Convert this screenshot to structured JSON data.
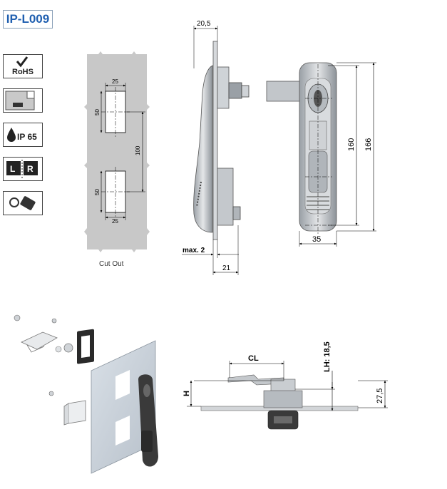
{
  "product_code": "IP-L009",
  "icons": {
    "rohs": "RoHS",
    "ip": "IP 65",
    "left": "L",
    "right": "R",
    "items": [
      "check-icon",
      "panel-mount-icon",
      "water-drop-icon",
      "left-right-icon",
      "key-icon"
    ]
  },
  "cutout": {
    "caption": "Cut Out",
    "width_top": "25",
    "width_bottom": "25",
    "height_top": "50",
    "height_bottom": "50",
    "spacing": "100"
  },
  "side_view": {
    "depth": "20,5",
    "max_label": "max. 2",
    "base": "21"
  },
  "front_view": {
    "height_inner": "160",
    "height_outer": "166",
    "width": "35"
  },
  "lock_view": {
    "cl": "CL",
    "lh": "LH: 18,5",
    "h": "H",
    "total": "27,5"
  },
  "colors": {
    "accent": "#1f5fb0",
    "panel": "#c8c8c8",
    "line": "#000000",
    "body_dark": "#3a3a3a",
    "metal": "#b9bec4"
  }
}
